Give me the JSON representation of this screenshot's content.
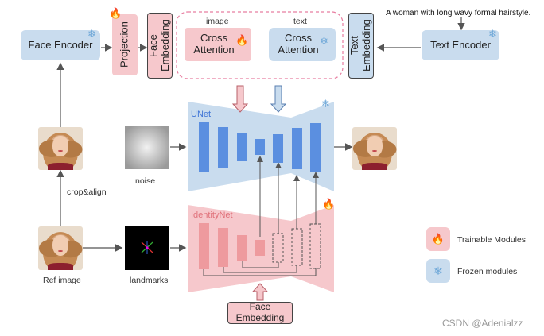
{
  "caption": "A woman with long wavy formal hairstyle.",
  "blocks": {
    "face_encoder": "Face Encoder",
    "projection": "Projection",
    "face_embedding_top": "Face Embedding",
    "cross_attention_image": "Cross Attention",
    "cross_attention_text": "Cross Attention",
    "text_embedding": "Text Embedding",
    "text_encoder": "Text Encoder",
    "face_embedding_bottom": "Face Embedding"
  },
  "labels": {
    "image": "image",
    "text": "text",
    "unet": "UNet",
    "identitynet": "IdentityNet",
    "crop_align": "crop&align",
    "noise": "noise",
    "ref_image": "Ref image",
    "landmarks": "landmarks"
  },
  "legend": {
    "trainable": "Trainable Modules",
    "frozen": "Frozen modules"
  },
  "watermark": "CSDN @Adenialzz",
  "icons": {
    "trainable": "fire-icon",
    "frozen": "snowflake-icon"
  },
  "colors": {
    "frozen": "#c9dcee",
    "trainable": "#f6c8cc",
    "unet_block": "#5b8fe0",
    "identity_block": "#ee9a9e",
    "unet_label": "#3f74d6",
    "identity_label": "#e0717a"
  }
}
